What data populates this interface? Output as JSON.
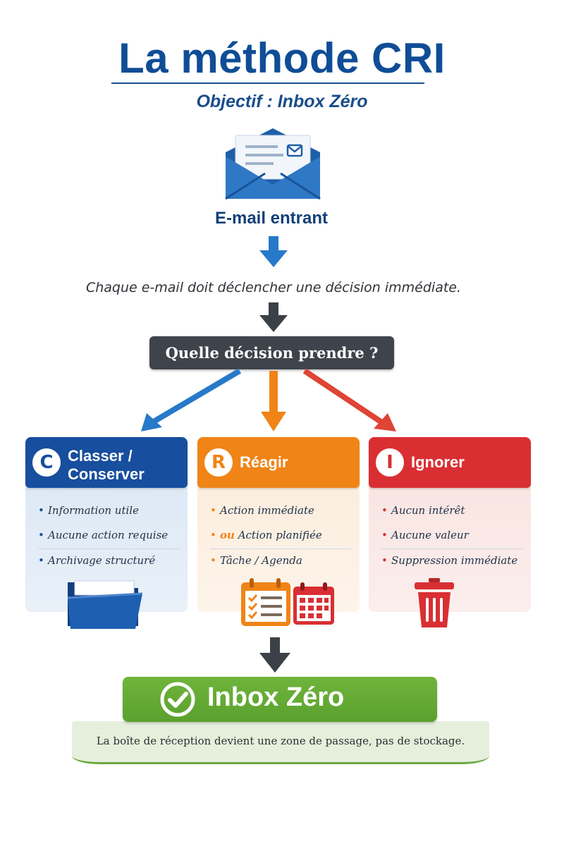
{
  "header": {
    "title": "La méthode CRI",
    "subtitle": "Objectif : Inbox Zéro"
  },
  "flow": {
    "email_label": "E-mail entrant",
    "statement": "Chaque e-mail doit déclencher une décision immédiate.",
    "decision": "Quelle décision prendre ?"
  },
  "cards": {
    "classer": {
      "letter": "C",
      "title_line1": "Classer /",
      "title_line2": "Conserver",
      "items": [
        "Information utile",
        "Aucune action requise",
        "Archivage structuré"
      ],
      "color": "#174e9e"
    },
    "reagir": {
      "letter": "R",
      "title": "Réagir",
      "items": [
        "Action immédiate",
        "Action planifiée",
        "Tâche / Agenda"
      ],
      "or_prefix": "ou",
      "color": "#f08417"
    },
    "ignorer": {
      "letter": "I",
      "title": "Ignorer",
      "items": [
        "Aucun intérêt",
        "Aucune valeur",
        "Suppression immédiate"
      ],
      "color": "#d92f33"
    }
  },
  "result": {
    "title": "Inbox Zéro",
    "caption": "La boîte de réception devient une zone de passage, pas de stockage.",
    "color": "#5ba12e"
  },
  "icons": [
    "envelope-icon",
    "folder-icon",
    "checklist-calendar-icon",
    "calendar-icon",
    "trash-icon",
    "check-circle-icon"
  ]
}
